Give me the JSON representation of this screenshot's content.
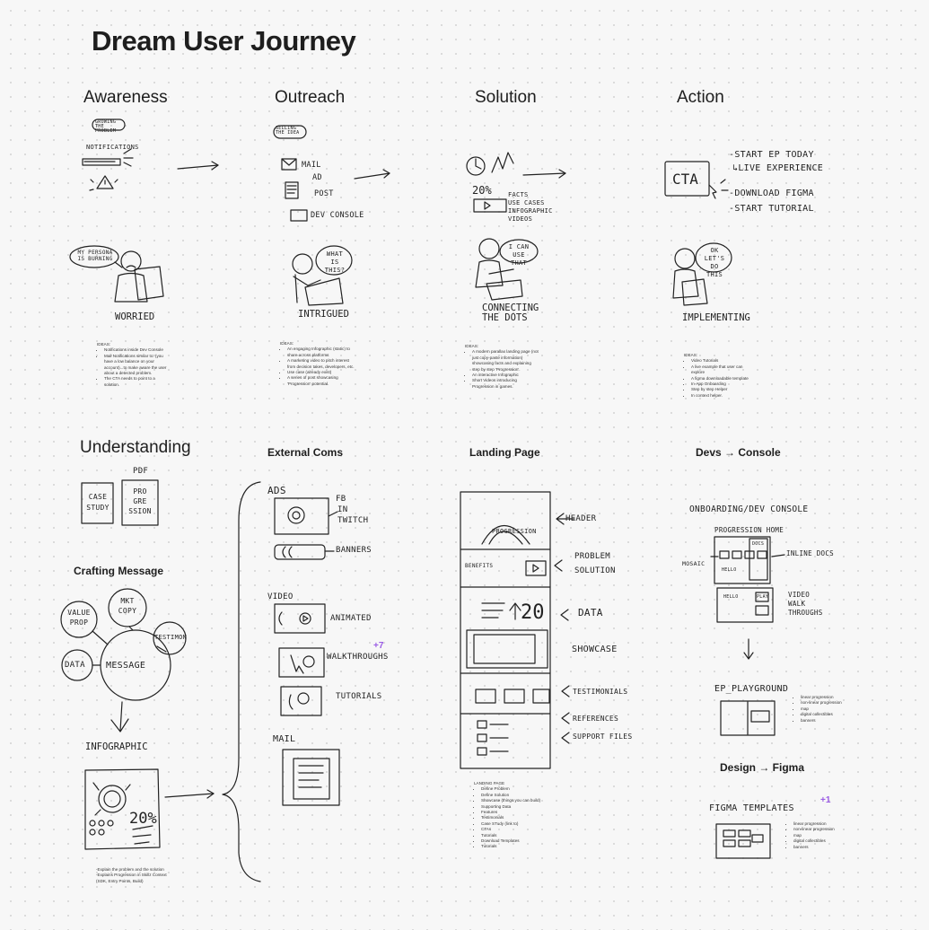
{
  "board": {
    "title": "Dream User Journey",
    "stages": {
      "awareness": {
        "title": "Awareness",
        "emotion": "WORRIED",
        "bubble": "MY PERSONA IS BURNING",
        "labels": [
          "GROWING THE PROBLEM",
          "NOTIFICATIONS"
        ],
        "ideas_heading": "IDEAS:",
        "ideas": [
          "Notifications inside Dev Console",
          "Mail Notifications similar to: (you have a low balance on your account)...to make aware the user about a detected problem.",
          "The CTA needs to point to a solution."
        ]
      },
      "outreach": {
        "title": "Outreach",
        "emotion": "INTRIGUED",
        "bubble": "WHAT IS THIS?",
        "labels": [
          "SELLING THE IDEA",
          "MAIL",
          "AD",
          "POST",
          "DEV CONSOLE"
        ],
        "ideas_heading": "IDEAS:",
        "ideas": [
          "An engaging Infographic (static) to share across platforms",
          "A marketing video to pitch interest from decision takes, developers, etc.",
          "Use case (already exist)",
          "A series of post showcasing 'Progression' potential."
        ]
      },
      "solution": {
        "title": "Solution",
        "emotion": "CONNECTING THE DOTS",
        "bubble": "I CAN USE THAT",
        "labels": [
          "20%",
          "FACTS",
          "USE CASES",
          "INFOGRAPHIC",
          "VIDEOS"
        ],
        "ideas_heading": "IDEAS:",
        "ideas": [
          "A modern parallax landing page (not just copy-paste information) showcasing facts and explaining step by step 'Progression'.",
          "An interactive Infographic",
          "Short Videos introducing Progression in games."
        ]
      },
      "action": {
        "title": "Action",
        "emotion": "IMPLEMENTING",
        "bubble": "OK LET'S DO THIS",
        "cta": "CTA",
        "steps": [
          "-START EP TODAY",
          "↳LIVE EXPERIENCE",
          "-DOWNLOAD FIGMA",
          "-START TUTORIAL"
        ],
        "ideas_heading": "IDEAS:",
        "ideas": [
          "Video Tutorials",
          "A live example that user can explore",
          "A figma downloadable template",
          "In-App Onboarding",
          "Step by step Helper",
          "In context helper."
        ]
      }
    },
    "understanding": {
      "title": "Understanding",
      "pdf": "PDF",
      "cards": [
        "CASE STUDY",
        "PRO GRE SSION"
      ]
    },
    "crafting": {
      "title": "Crafting Message",
      "center": "MESSAGE",
      "nodes": [
        "VALUE PROP",
        "MKT COPY",
        "TESTIMON",
        "DATA"
      ],
      "output": "INFOGRAPHIC",
      "stat": "20%",
      "notes": [
        "-Explain the problem and the solution",
        "-Explains Progression in Skillz Context",
        "(SDK, Entry Points, Build)"
      ]
    },
    "external_coms": {
      "title": "External Coms",
      "ads_label": "ADS",
      "ad_targets": [
        "FB",
        "IN",
        "TWITCH"
      ],
      "banners": "BANNERS",
      "video_label": "VIDEO",
      "video_items": [
        "ANIMATED",
        "WALKTHROUGHS",
        "TUTORIALS"
      ],
      "mail_label": "MAIL",
      "badge": "+7"
    },
    "landing_page": {
      "title": "Landing Page",
      "sections": [
        "HEADER",
        "PROBLEM SOLUTION",
        "DATA",
        "SHOWCASE",
        "TESTIMONIALS",
        "REFERENCES",
        "SUPPORT FILES"
      ],
      "inner_labels": [
        "PROGRESSION",
        "BENEFITS",
        "20"
      ],
      "notes_heading": "LANDING PAGE",
      "notes": [
        "Define Problem",
        "Define Solution"
      ],
      "notes_sub": [
        "Showcase (things you can build)",
        "Supporting Data",
        "Features"
      ],
      "notes_more": [
        "Testimonials",
        "Case STudy (link to)",
        "CTAs"
      ],
      "notes_sub2": [
        "Tutorials",
        "Download Templates",
        "Tutorials"
      ]
    },
    "devs_console": {
      "title": "Devs → Console",
      "header": "ONBOARDING/DEV CONSOLE",
      "home": "PROGRESSION HOME",
      "left_note": "MOSAIC",
      "right_note": "INLINE DOCS",
      "video_note": "VIDEO WALK THROUGHS",
      "tiles": [
        "HELLO",
        "DOCS",
        "HELLO",
        "PLAY"
      ],
      "playground": "EP_PLAYGROUND",
      "playground_list": [
        "linear progression",
        "non-linear progression",
        "map",
        "digital collectibles",
        "banners"
      ]
    },
    "design_figma": {
      "title": "Design → Figma",
      "templates": "FIGMA TEMPLATES",
      "badge": "+1",
      "list": [
        "linear progression",
        "non-linear progression",
        "map",
        "digital collectibles",
        "banners"
      ]
    }
  }
}
